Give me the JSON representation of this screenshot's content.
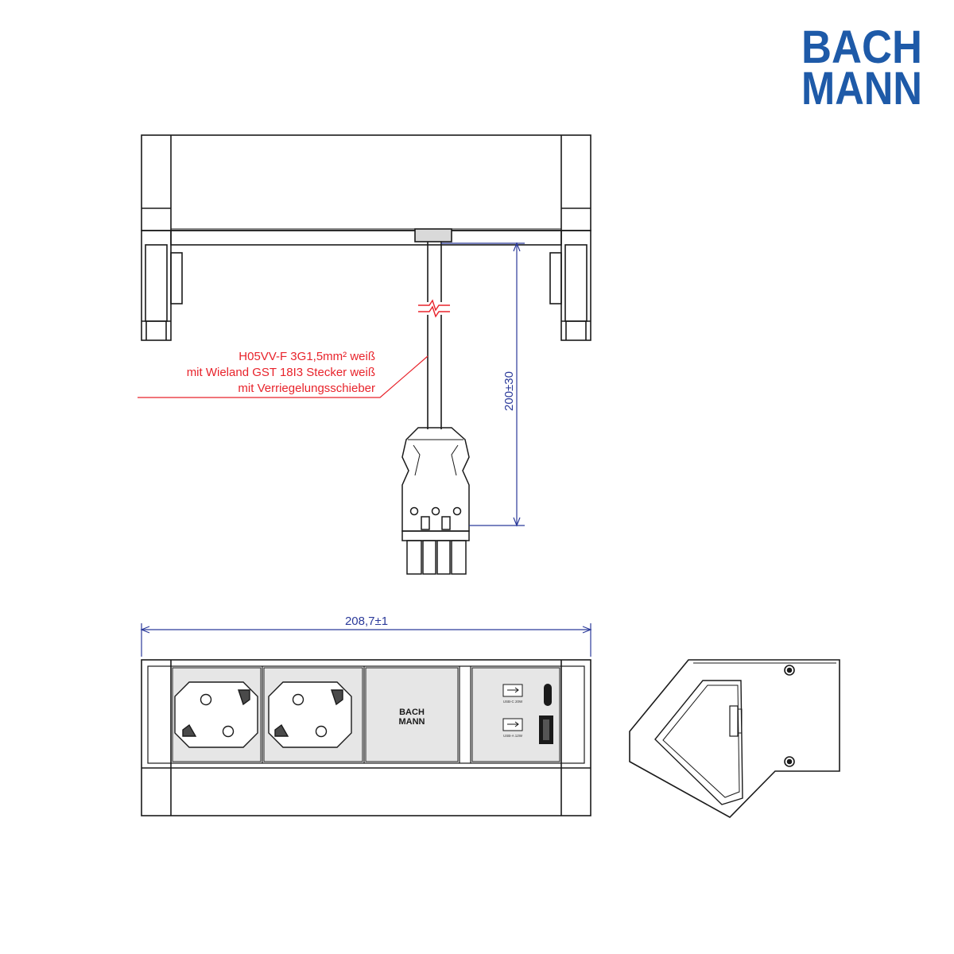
{
  "logo": {
    "line1": "BACH",
    "line2": "MANN",
    "color": "#1e5aa8"
  },
  "cable_label": {
    "line1": "H05VV-F 3G1,5mm² weiß",
    "line2": "mit Wieland GST 18I3 Stecker weiß",
    "line3": "mit Verriegelungsschieber",
    "color": "#e8232b"
  },
  "dimensions": {
    "cable_length": "200±30",
    "width": "208,7±1",
    "color": "#2b3a9a"
  },
  "front_panel": {
    "logo_line1": "BACH",
    "logo_line2": "MANN",
    "usb_c_label": "USB-C 20W",
    "usb_a_label": "USB-A 12W"
  }
}
